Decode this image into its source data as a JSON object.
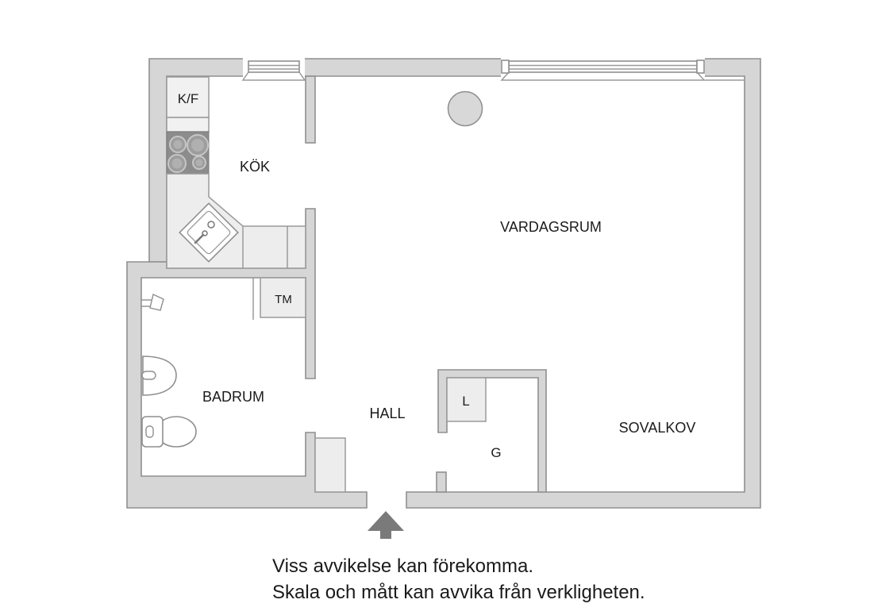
{
  "floorplan": {
    "rooms": {
      "kitchen": "KÖK",
      "living_room": "VARDAGSRUM",
      "bathroom": "BADRUM",
      "hall": "HALL",
      "sleeping_alcove": "SOVALKOV"
    },
    "fixtures": {
      "fridge_freezer": "K/F",
      "washing_machine": "TM",
      "linen_closet": "L",
      "wardrobe": "G"
    },
    "disclaimer": {
      "line1": "Viss avvikelse kan förekomma.",
      "line2": "Skala och mått kan avvika från verkligheten."
    },
    "colors": {
      "wall_fill": "#d6d6d6",
      "wall_stroke": "#8f8f8f",
      "fixture_fill": "#ededed",
      "stove_fill": "#8c8c8c",
      "entrance_arrow": "#7a7a7a",
      "text": "#1b1b1b"
    }
  }
}
